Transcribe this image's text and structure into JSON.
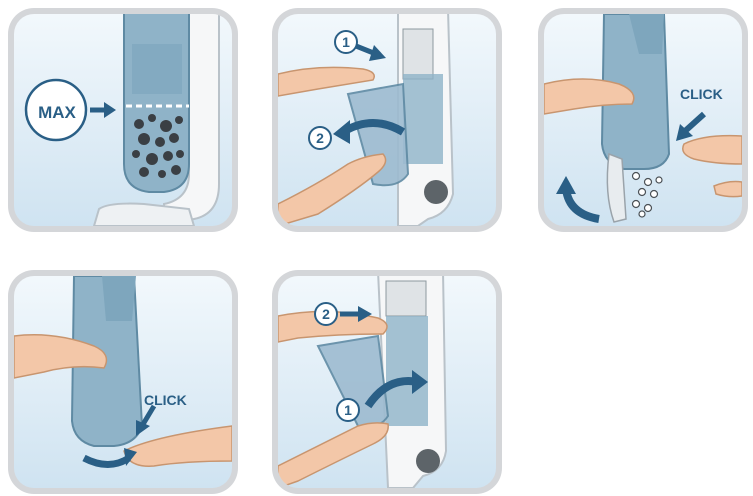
{
  "steps": [
    {
      "max_label": "MAX"
    },
    {
      "badge_1": "1",
      "badge_2": "2"
    },
    {
      "click_label": "CLICK"
    },
    {
      "click_label": "CLICK"
    },
    {
      "badge_1": "1",
      "badge_2": "2"
    }
  ]
}
